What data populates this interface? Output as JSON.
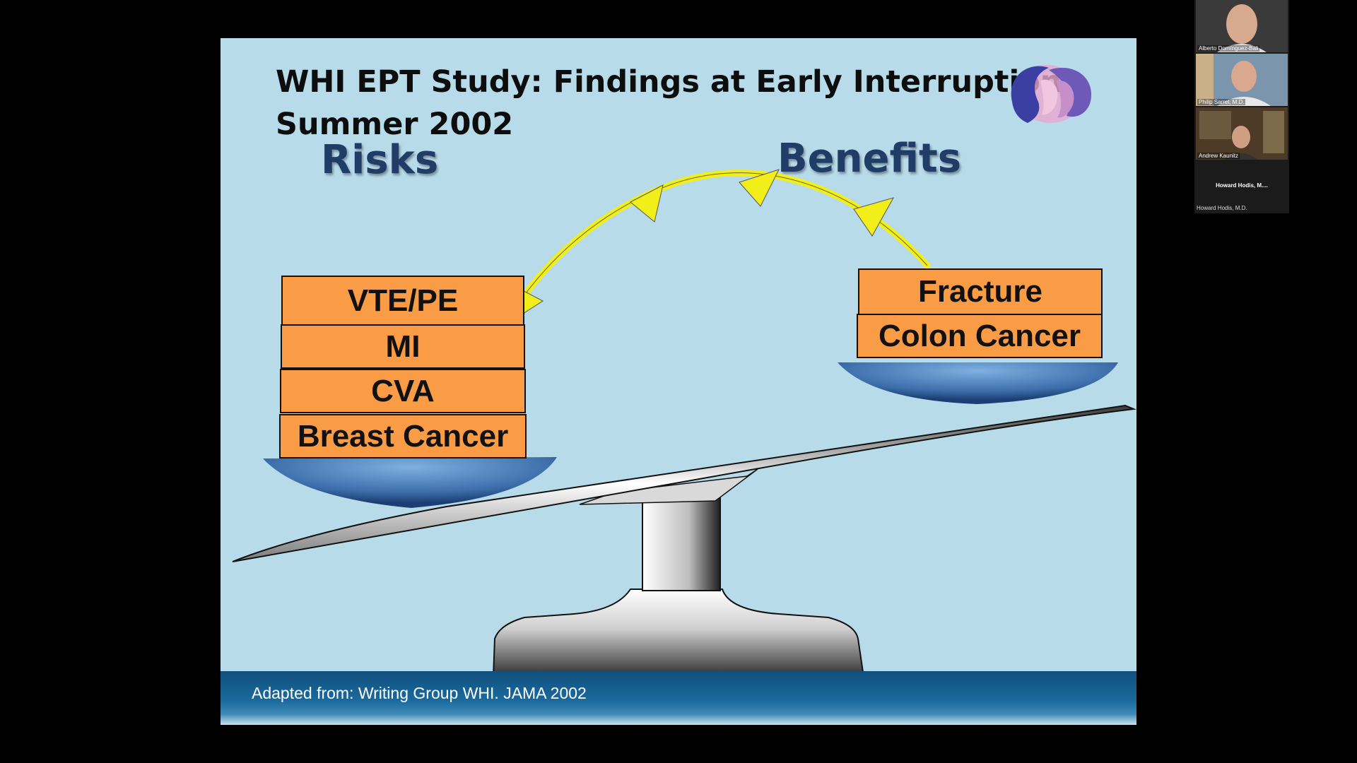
{
  "slide": {
    "title_line1": "WHI EPT Study:  Findings at Early Interruption",
    "title_line2": "Summer 2002",
    "risks_heading": "Risks",
    "benefits_heading": "Benefits",
    "risks": [
      "VTE/PE",
      "MI",
      "CVA",
      "Breast Cancer"
    ],
    "benefits": [
      "Fracture",
      "Colon Cancer"
    ],
    "footer": "Adapted from: Writing Group WHI. JAMA 2002",
    "colors": {
      "background": "#b8dbea",
      "block": "#f99c45",
      "heading": "#1f3d66",
      "arrow": "#f2ee1a",
      "footer": "#114f7d"
    }
  },
  "participants": [
    {
      "name": "Alberto Domínguez-Bali"
    },
    {
      "name": "Philip Sarrel, M.D."
    },
    {
      "name": "Andrew Kaunitz"
    },
    {
      "name": "Howard Hodis, M....",
      "caption": "Howard Hodis, M.D.",
      "video": false
    }
  ]
}
